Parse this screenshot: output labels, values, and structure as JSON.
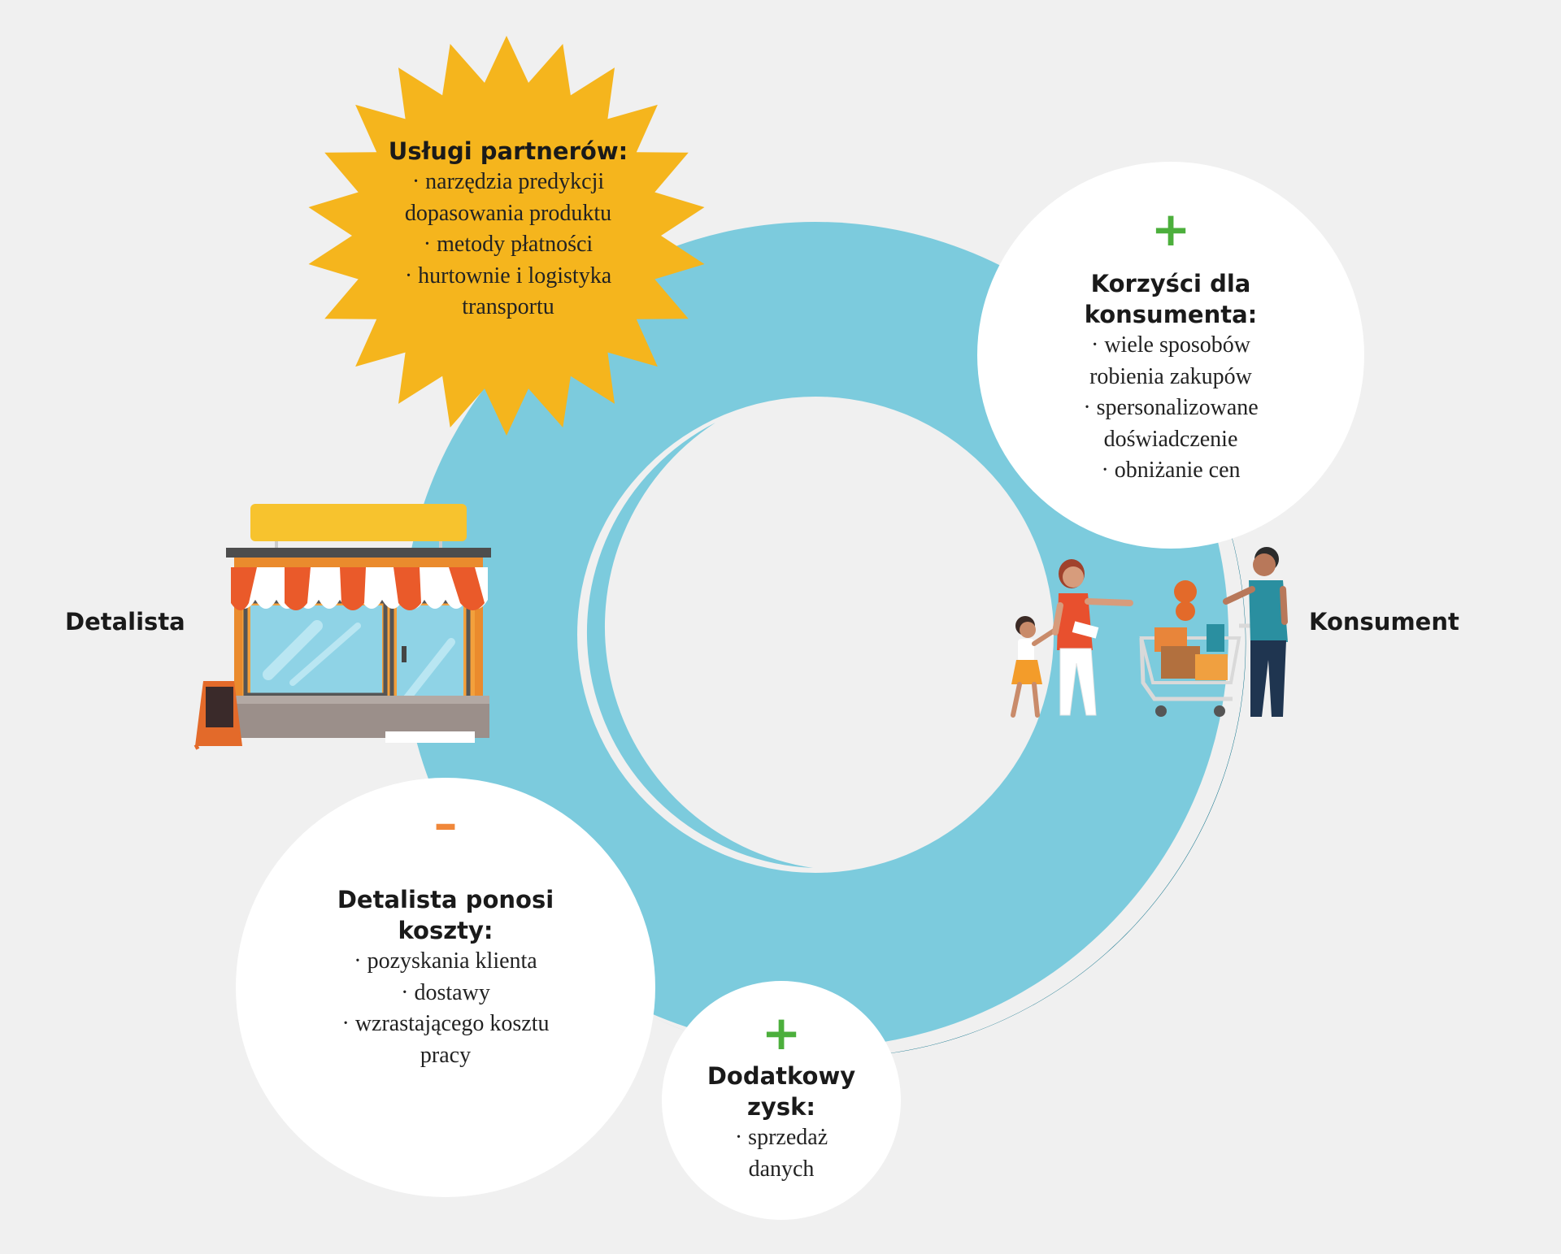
{
  "labels": {
    "retailer": "Detalista",
    "consumer": "Konsument"
  },
  "partner_services": {
    "title": "Usługi partnerów:",
    "items": [
      "· narzędzia predykcji",
      "dopasowania produktu",
      "· metody płatności",
      "· hurtownie i logistyka",
      "transportu"
    ]
  },
  "consumer_benefits": {
    "sign": "+",
    "title_lines": [
      "Korzyści dla",
      "konsumenta:"
    ],
    "items": [
      "· wiele sposobów",
      "robienia zakupów",
      "· spersonalizowane",
      "doświadczenie",
      "· obniżanie cen"
    ]
  },
  "retailer_costs": {
    "sign": "–",
    "title_lines": [
      "Detalista ponosi",
      "koszty:"
    ],
    "items": [
      "· pozyskania klienta",
      "· dostawy",
      "· wzrastającego kosztu",
      "pracy"
    ]
  },
  "extra_profit": {
    "sign": "+",
    "title_lines": [
      "Dodatkowy",
      "zysk:"
    ],
    "items": [
      "· sprzedaż",
      "danych"
    ]
  },
  "colors": {
    "background": "#f0f0f0",
    "ring_light": "#7ccbdd",
    "ring_dark": "#086e87",
    "starburst": "#f5b51d",
    "plus": "#4caf3c",
    "minus": "#f0873a",
    "bubble": "#ffffff"
  },
  "icons": {
    "store": "storefront-icon",
    "shoppers": "family-shopping-cart-icon"
  }
}
